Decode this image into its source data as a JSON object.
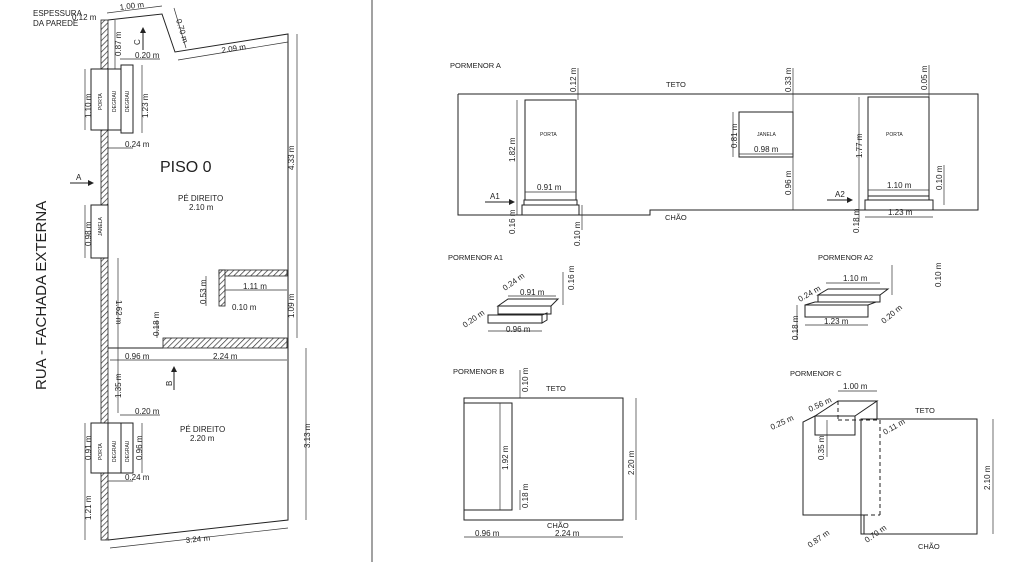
{
  "plan": {
    "street_label": "RUA - FACHADA EXTERNA",
    "wall_thickness_label": [
      "ESPESSURA",
      "DA PAREDE"
    ],
    "wall_thickness": "0.12 m",
    "floor_title": "PISO 0",
    "room1": {
      "label": "PÉ DIREITO",
      "height": "2.10 m"
    },
    "room2": {
      "label": "PÉ DIREITO",
      "height": "2.20 m"
    },
    "arrows": {
      "a": "A",
      "b": "B",
      "c": "C"
    },
    "element_labels": {
      "porta": "PORTA",
      "degrau": "DEGRAU",
      "janela": "JANELA"
    },
    "dims": {
      "top_wall": "1.00 m",
      "slant_wall": "0.70 m",
      "upper_wall": "2.09 m",
      "wall_top_seg": "0.87 m",
      "step_offset_top": "0.20 m",
      "door_top": "1.10 m",
      "step_top": "1.23 m",
      "step_depth_top": "0.24 m",
      "right_wall": "4.33 m",
      "window": "0.98 m",
      "wall_mid": "1.62 m",
      "inner_wall_len": "1.11 m",
      "inner_wall_h": "0.53 m",
      "inner_wall_t": "0.10 m",
      "right_lower": "1.09 m",
      "partition_t": "0.18 m",
      "partition_gap": "0.96 m",
      "partition_len": "2.24 m",
      "wall_low_seg": "1.35 m",
      "step_offset_bottom": "0.20 m",
      "door_bottom": "0.91 m",
      "step_bottom": "0.96 m",
      "step_depth_bottom": "0.24 m",
      "wall_bottom_seg": "1.21 m",
      "right_wall_bottom": "3.13 m",
      "bottom_wall": "3.24 m"
    }
  },
  "pormenor_a": {
    "title": "PORMENOR A",
    "ceiling": "TETO",
    "floor": "CHÃO",
    "porta": "PORTA",
    "janela": "JANELA",
    "a1": "A1",
    "a2": "A2",
    "dims": {
      "top_gap1": "0.12 m",
      "door1_h": "1.82 m",
      "door1_w": "0.91 m",
      "step1_h": "0.16 m",
      "step1_b": "0.10 m",
      "top_gap_win": "0.33 m",
      "win_h": "0.81 m",
      "win_w": "0.98 m",
      "win_sill": "0.96 m",
      "top_gap2": "0.05 m",
      "door2_h": "1.77 m",
      "door2_w": "1.10 m",
      "step2_top": "0.10 m",
      "step2_w": "1.23 m",
      "step2_h": "0.18 m"
    }
  },
  "pormenor_a1": {
    "title": "PORMENOR A1",
    "dims": {
      "depth_top": "0.24 m",
      "width_top": "0.91 m",
      "height": "0.16 m",
      "depth_bottom": "0.20 m",
      "width_bottom": "0.96 m"
    }
  },
  "pormenor_a2": {
    "title": "PORMENOR A2",
    "dims": {
      "width_top": "1.10 m",
      "height_top": "0.10 m",
      "depth_top": "0.24 m",
      "height_bottom": "0.18 m",
      "width_bottom": "1.23 m",
      "depth_bottom": "0.20 m"
    }
  },
  "pormenor_b": {
    "title": "PORMENOR B",
    "ceiling": "TETO",
    "floor": "CHÃO",
    "dims": {
      "top_gap": "0.10 m",
      "door_h": "1.92 m",
      "bottom": "0.18 m",
      "total_h": "2.20 m",
      "left_w": "0.96 m",
      "right_w": "2.24 m"
    }
  },
  "pormenor_c": {
    "title": "PORMENOR C",
    "ceiling": "TETO",
    "floor": "CHÃO",
    "dims": {
      "top_w": "1.00 m",
      "depth1": "0.56 m",
      "depth2": "0.25 m",
      "diag": "0.11 m",
      "beam_h": "0.35 m",
      "height": "2.10 m",
      "bottom_left": "0.87 m",
      "bottom_right": "0.70 m"
    }
  }
}
